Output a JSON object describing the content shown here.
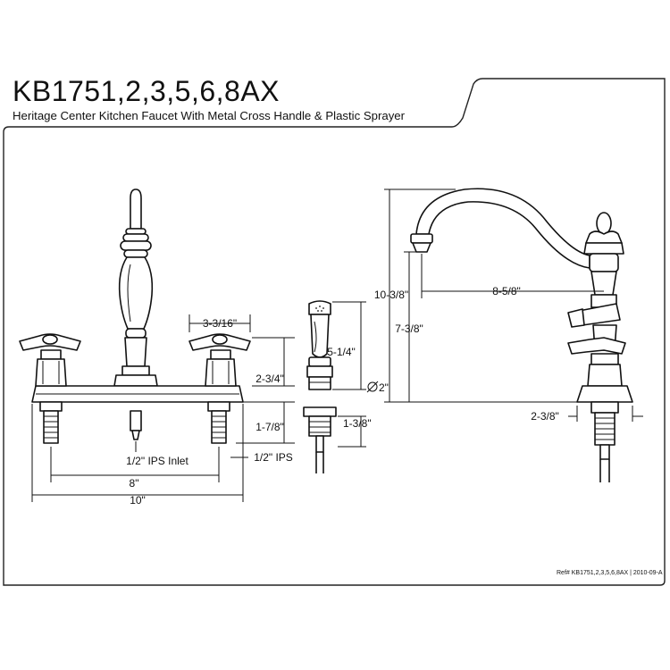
{
  "header": {
    "model": "KB1751,2,3,5,6,8AX",
    "subtitle": "Heritage Center Kitchen Faucet With Metal Cross Handle & Plastic Sprayer"
  },
  "dimensions": {
    "handle_spread": "3-3/16\"",
    "handle_height": "2-3/4\"",
    "shank_length": "1-7/8\"",
    "inlet": "1/2\" IPS Inlet",
    "ips": "1/2\" IPS",
    "center_spread": "8\"",
    "deck_width": "10\"",
    "sprayer_height": "5-1/4\"",
    "sprayer_diameter": "2\"",
    "sprayer_shank": "1-3/8\"",
    "overall_height": "10-3/8\"",
    "spout_height": "7-3/8\"",
    "spout_reach": "8-5/8\"",
    "base_offset": "2-3/8\""
  },
  "reference": "Ref# KB1751,2,3,5,6,8AX | 2010-09-A"
}
